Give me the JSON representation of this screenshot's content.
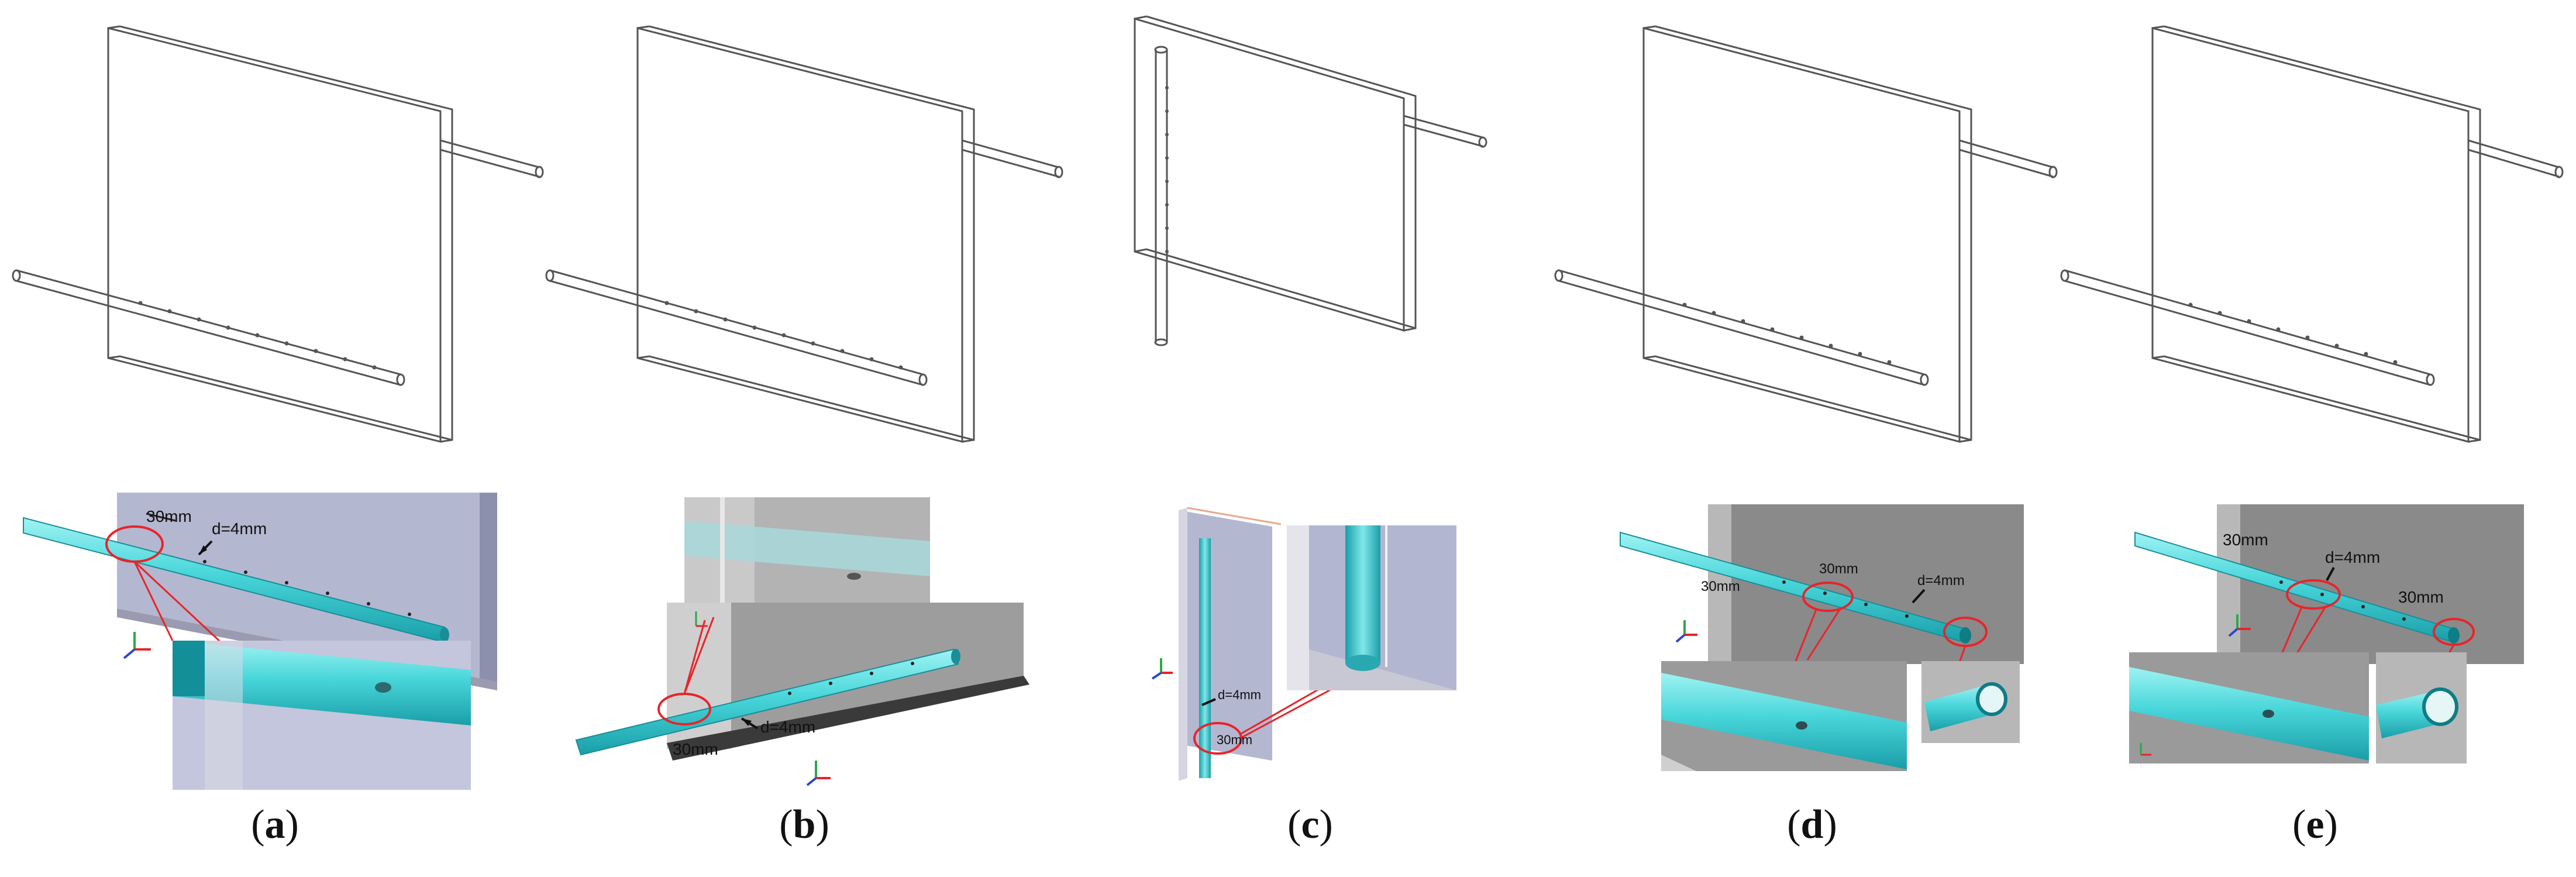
{
  "panels": [
    {
      "caption": "(a)",
      "letter": "a",
      "labels": {
        "spacing": "30mm",
        "diameter": "d=4mm"
      }
    },
    {
      "caption": "(b)",
      "letter": "b",
      "labels": {
        "spacing": "30mm",
        "diameter": "d=4mm"
      }
    },
    {
      "caption": "(c)",
      "letter": "c",
      "labels": {
        "spacing": "30mm",
        "diameter": "d=4mm"
      }
    },
    {
      "caption": "(d)",
      "letter": "d",
      "labels": {
        "spacing": "30mm",
        "spacing2": "30mm",
        "diameter": "d=4mm"
      }
    },
    {
      "caption": "(e)",
      "letter": "e",
      "labels": {
        "spacing": "30mm",
        "spacing2": "30mm",
        "diameter": "d=4mm"
      }
    }
  ],
  "colors": {
    "pipe": "#48d6da",
    "pipe_dark": "#1aa6ae",
    "wall_blue": "#b9bcd6",
    "wall_gray": "#a9a9a9",
    "highlight": "#e8242a",
    "outline": "#444444"
  }
}
